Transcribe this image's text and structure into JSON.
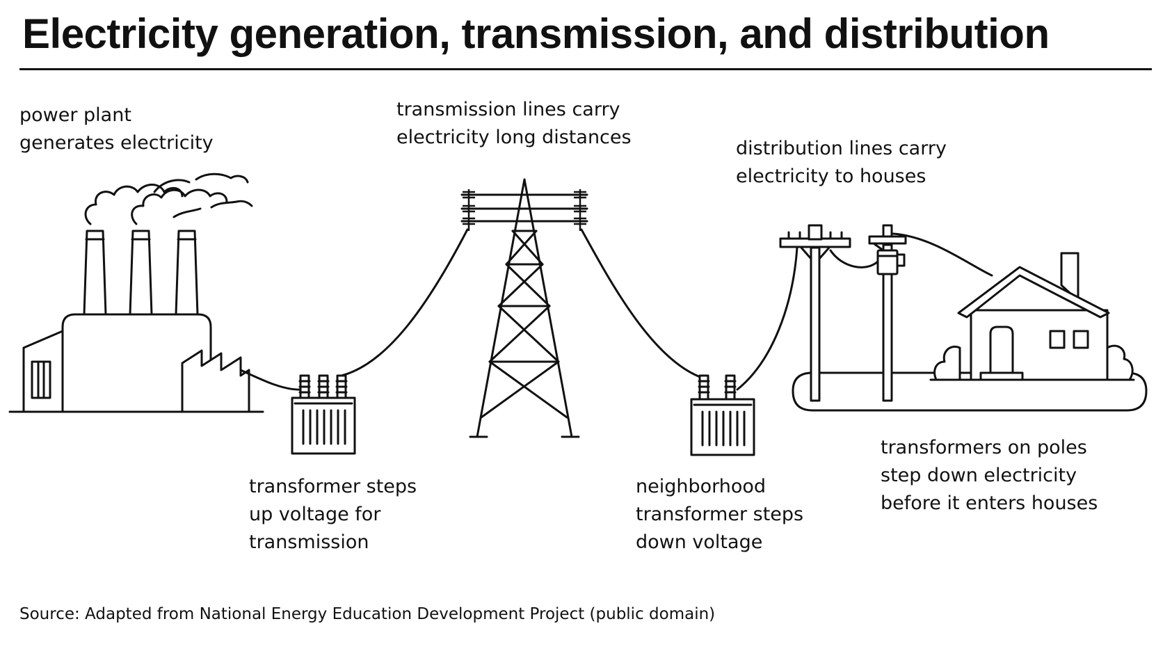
{
  "title": "Electricity generation, transmission, and distribution",
  "labels": {
    "power_plant": [
      "power plant",
      "generates electricity"
    ],
    "transmission_lines": [
      "transmission lines carry",
      "electricity long distances"
    ],
    "distribution_lines": [
      "distribution lines carry",
      "electricity to houses"
    ],
    "step_up_transformer": [
      "transformer steps",
      "up voltage for",
      "transmission"
    ],
    "neighborhood_transformer": [
      "neighborhood",
      "transformer steps",
      "down voltage"
    ],
    "pole_transformers": [
      "transformers on poles",
      "step down electricity",
      "before it enters houses"
    ]
  },
  "source": "Source: Adapted from National Energy Education Development Project (public domain)"
}
